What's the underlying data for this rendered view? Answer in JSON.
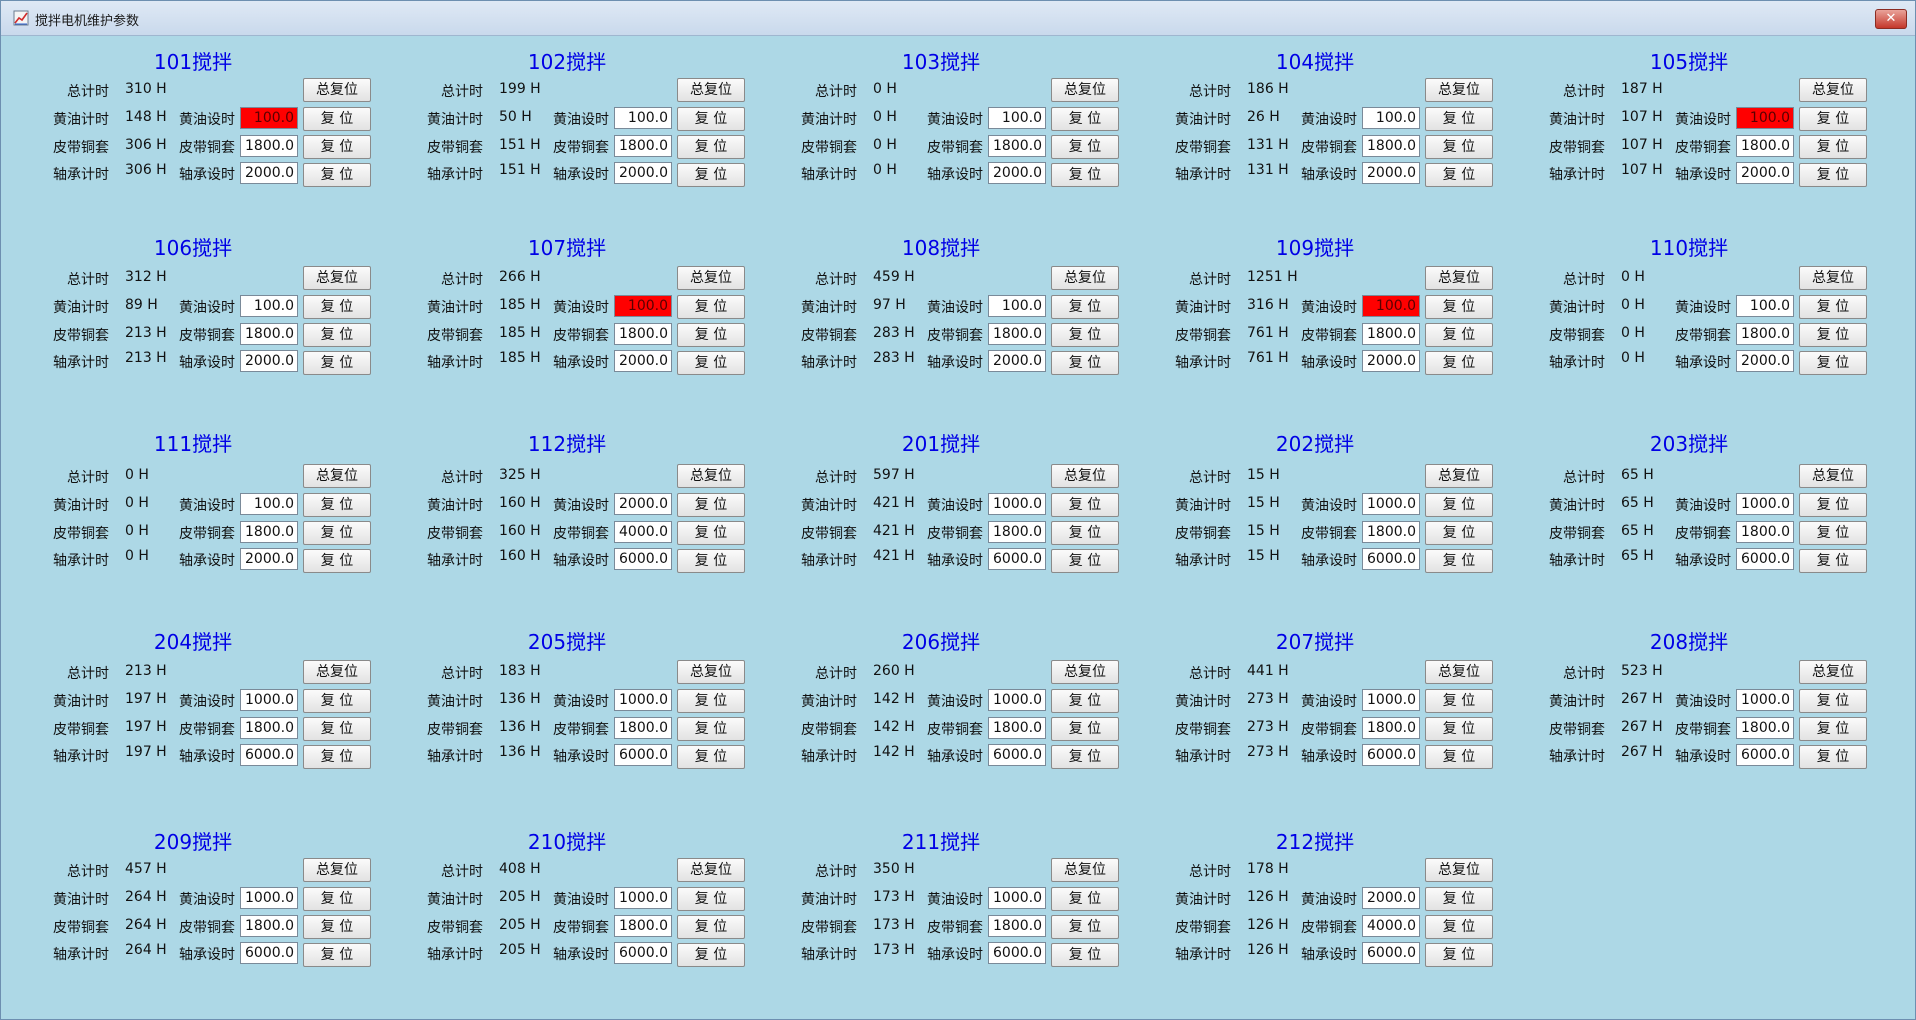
{
  "window": {
    "title": "搅拌电机维护参数",
    "close_label": "✕"
  },
  "labels": {
    "total": "总计时",
    "grease_time": "黄油计时",
    "grease_set": "黄油设时",
    "belt_time": "皮带铜套",
    "belt_set": "皮带铜套",
    "bearing_time": "轴承计时",
    "bearing_set": "轴承设时",
    "total_reset": "总复位",
    "reset": "复 位"
  },
  "colors": {
    "background": "#add8e6",
    "title_blue": "#0000e6",
    "alarm_red": "#ff0000"
  },
  "groups": [
    {
      "title": "101搅拌",
      "total": "310 H",
      "grease": "148 H",
      "belt": "306 H",
      "bearing": "306 H",
      "grease_set": "100.0",
      "belt_set": "1800.0",
      "bearing_set": "2000.0",
      "alarm": true
    },
    {
      "title": "102搅拌",
      "total": "199 H",
      "grease": "50 H",
      "belt": "151 H",
      "bearing": "151 H",
      "grease_set": "100.0",
      "belt_set": "1800.0",
      "bearing_set": "2000.0",
      "alarm": false
    },
    {
      "title": "103搅拌",
      "total": "0 H",
      "grease": "0 H",
      "belt": "0 H",
      "bearing": "0 H",
      "grease_set": "100.0",
      "belt_set": "1800.0",
      "bearing_set": "2000.0",
      "alarm": false
    },
    {
      "title": "104搅拌",
      "total": "186 H",
      "grease": "26 H",
      "belt": "131 H",
      "bearing": "131 H",
      "grease_set": "100.0",
      "belt_set": "1800.0",
      "bearing_set": "2000.0",
      "alarm": false
    },
    {
      "title": "105搅拌",
      "total": "187 H",
      "grease": "107 H",
      "belt": "107 H",
      "bearing": "107 H",
      "grease_set": "100.0",
      "belt_set": "1800.0",
      "bearing_set": "2000.0",
      "alarm": true
    },
    {
      "title": "106搅拌",
      "total": "312 H",
      "grease": "89 H",
      "belt": "213 H",
      "bearing": "213 H",
      "grease_set": "100.0",
      "belt_set": "1800.0",
      "bearing_set": "2000.0",
      "alarm": false
    },
    {
      "title": "107搅拌",
      "total": "266 H",
      "grease": "185 H",
      "belt": "185 H",
      "bearing": "185 H",
      "grease_set": "100.0",
      "belt_set": "1800.0",
      "bearing_set": "2000.0",
      "alarm": true
    },
    {
      "title": "108搅拌",
      "total": "459 H",
      "grease": "97 H",
      "belt": "283 H",
      "bearing": "283 H",
      "grease_set": "100.0",
      "belt_set": "1800.0",
      "bearing_set": "2000.0",
      "alarm": false
    },
    {
      "title": "109搅拌",
      "total": "1251 H",
      "grease": "316 H",
      "belt": "761 H",
      "bearing": "761 H",
      "grease_set": "100.0",
      "belt_set": "1800.0",
      "bearing_set": "2000.0",
      "alarm": true
    },
    {
      "title": "110搅拌",
      "total": "0 H",
      "grease": "0 H",
      "belt": "0 H",
      "bearing": "0 H",
      "grease_set": "100.0",
      "belt_set": "1800.0",
      "bearing_set": "2000.0",
      "alarm": false
    },
    {
      "title": "111搅拌",
      "total": "0 H",
      "grease": "0 H",
      "belt": "0 H",
      "bearing": "0 H",
      "grease_set": "100.0",
      "belt_set": "1800.0",
      "bearing_set": "2000.0",
      "alarm": false
    },
    {
      "title": "112搅拌",
      "total": "325 H",
      "grease": "160 H",
      "belt": "160 H",
      "bearing": "160 H",
      "grease_set": "2000.0",
      "belt_set": "4000.0",
      "bearing_set": "6000.0",
      "alarm": false
    },
    {
      "title": "201搅拌",
      "total": "597 H",
      "grease": "421 H",
      "belt": "421 H",
      "bearing": "421 H",
      "grease_set": "1000.0",
      "belt_set": "1800.0",
      "bearing_set": "6000.0",
      "alarm": false
    },
    {
      "title": "202搅拌",
      "total": "15 H",
      "grease": "15 H",
      "belt": "15 H",
      "bearing": "15 H",
      "grease_set": "1000.0",
      "belt_set": "1800.0",
      "bearing_set": "6000.0",
      "alarm": false
    },
    {
      "title": "203搅拌",
      "total": "65 H",
      "grease": "65 H",
      "belt": "65 H",
      "bearing": "65 H",
      "grease_set": "1000.0",
      "belt_set": "1800.0",
      "bearing_set": "6000.0",
      "alarm": false
    },
    {
      "title": "204搅拌",
      "total": "213 H",
      "grease": "197 H",
      "belt": "197 H",
      "bearing": "197 H",
      "grease_set": "1000.0",
      "belt_set": "1800.0",
      "bearing_set": "6000.0",
      "alarm": false
    },
    {
      "title": "205搅拌",
      "total": "183 H",
      "grease": "136 H",
      "belt": "136 H",
      "bearing": "136 H",
      "grease_set": "1000.0",
      "belt_set": "1800.0",
      "bearing_set": "6000.0",
      "alarm": false
    },
    {
      "title": "206搅拌",
      "total": "260 H",
      "grease": "142 H",
      "belt": "142 H",
      "bearing": "142 H",
      "grease_set": "1000.0",
      "belt_set": "1800.0",
      "bearing_set": "6000.0",
      "alarm": false
    },
    {
      "title": "207搅拌",
      "total": "441 H",
      "grease": "273 H",
      "belt": "273 H",
      "bearing": "273 H",
      "grease_set": "1000.0",
      "belt_set": "1800.0",
      "bearing_set": "6000.0",
      "alarm": false
    },
    {
      "title": "208搅拌",
      "total": "523 H",
      "grease": "267 H",
      "belt": "267 H",
      "bearing": "267 H",
      "grease_set": "1000.0",
      "belt_set": "1800.0",
      "bearing_set": "6000.0",
      "alarm": false
    },
    {
      "title": "209搅拌",
      "total": "457 H",
      "grease": "264 H",
      "belt": "264 H",
      "bearing": "264 H",
      "grease_set": "1000.0",
      "belt_set": "1800.0",
      "bearing_set": "6000.0",
      "alarm": false
    },
    {
      "title": "210搅拌",
      "total": "408 H",
      "grease": "205 H",
      "belt": "205 H",
      "bearing": "205 H",
      "grease_set": "1000.0",
      "belt_set": "1800.0",
      "bearing_set": "6000.0",
      "alarm": false
    },
    {
      "title": "211搅拌",
      "total": "350 H",
      "grease": "173 H",
      "belt": "173 H",
      "bearing": "173 H",
      "grease_set": "1000.0",
      "belt_set": "1800.0",
      "bearing_set": "6000.0",
      "alarm": false
    },
    {
      "title": "212搅拌",
      "total": "178 H",
      "grease": "126 H",
      "belt": "126 H",
      "bearing": "126 H",
      "grease_set": "2000.0",
      "belt_set": "4000.0",
      "bearing_set": "6000.0",
      "alarm": false
    }
  ]
}
